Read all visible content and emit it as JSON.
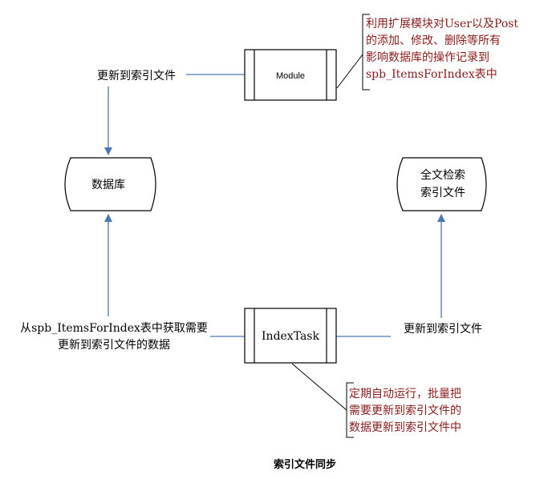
{
  "nodes": {
    "module": "Module",
    "database": "数据库",
    "fulltext_index": [
      "全文检索",
      "索引文件"
    ],
    "indextask": "IndexTask"
  },
  "edge_labels": {
    "module_to_db": "更新到索引文件",
    "task_from_db": [
      "从spb_ItemsForIndex表中获取需要",
      "更新到索引文件的数据"
    ],
    "task_to_index": "更新到索引文件"
  },
  "notes": {
    "module_note": [
      "利用扩展模块对User以及Post",
      "的添加、修改、删除等所有",
      "影响数据库的操作记录到",
      "spb_ItemsForIndex表中"
    ],
    "task_note": [
      "定期自动运行，批量把",
      "需要更新到索引文件的",
      "数据更新到索引文件中"
    ]
  },
  "title": "索引文件同步",
  "colors": {
    "edge": "#4a78b0",
    "note_text": "#8b1a1a"
  }
}
